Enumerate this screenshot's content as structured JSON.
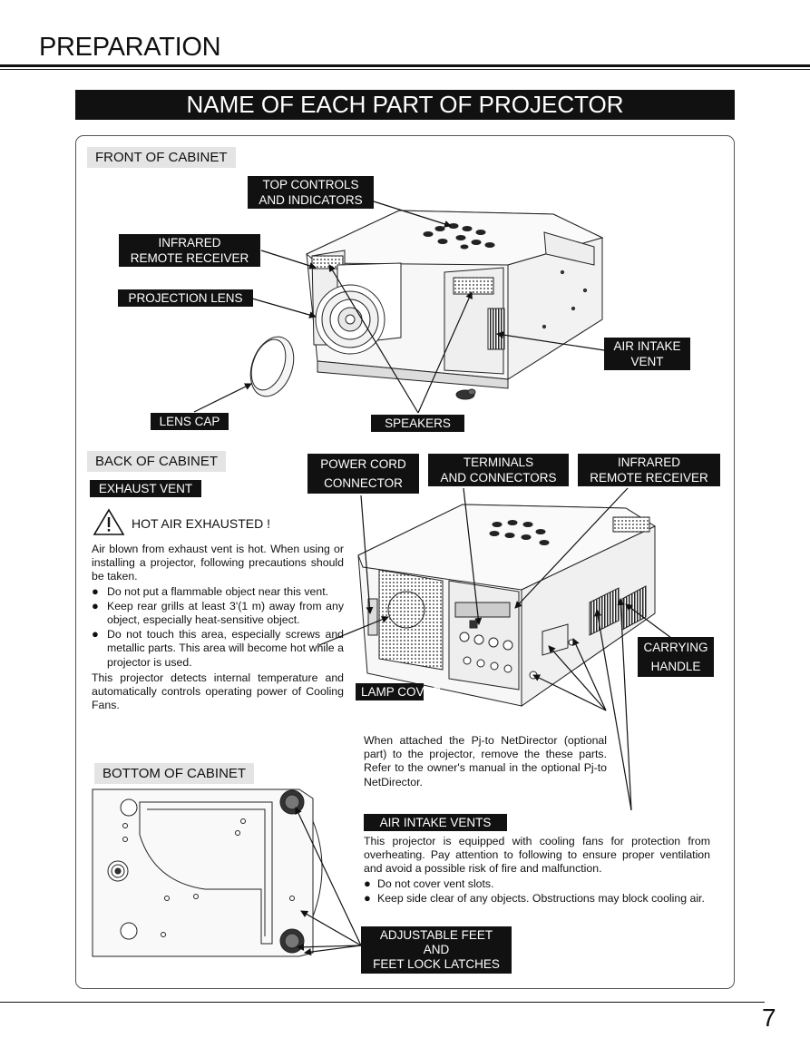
{
  "header": {
    "title": "PREPARATION"
  },
  "banner": {
    "title": "NAME OF EACH PART OF PROJECTOR"
  },
  "front": {
    "section_label": "FRONT OF CABINET",
    "top_controls": [
      "TOP CONTROLS",
      "AND INDICATORS"
    ],
    "infrared": [
      "INFRARED",
      "REMOTE RECEIVER"
    ],
    "projection_lens": "PROJECTION LENS",
    "air_intake_vent": [
      "AIR INTAKE",
      "VENT"
    ],
    "lens_cap": "LENS CAP",
    "speakers": "SPEAKERS"
  },
  "back": {
    "section_label": "BACK OF CABINET",
    "exhaust_vent": "EXHAUST VENT",
    "power_cord": [
      "POWER CORD",
      "CONNECTOR"
    ],
    "terminals": [
      "TERMINALS",
      "AND CONNECTORS"
    ],
    "infrared": [
      "INFRARED",
      "REMOTE RECEIVER"
    ],
    "hot_air_title": "HOT AIR EXHAUSTED !",
    "hot_air_text": "Air blown from exhaust vent is hot.  When using or installing a projector, following precautions should be taken.",
    "hot_air_bullets": [
      "Do not put a flammable object near this vent.",
      "Keep rear grills at least 3'(1 m) away from any object, especially heat-sensitive object.",
      "Do not touch this area, especially screws and metallic parts.  This area will become hot while a projector is used."
    ],
    "temperature_text": "This projector detects internal temperature and automatically controls operating power of Cooling Fans.",
    "lamp_cover": "LAMP COVER",
    "carrying_handle": [
      "CARRYING",
      "HANDLE"
    ],
    "netdirector_note": "When attached the Pj-to NetDirector (optional part) to the projector, remove the these parts. Refer to the owner's manual in the optional Pj-to NetDirector."
  },
  "bottom": {
    "section_label": "BOTTOM OF CABINET",
    "air_intake_vents": "AIR INTAKE VENTS",
    "air_intake_text": "This projector is equipped with cooling fans for protection from overheating.  Pay attention to following to ensure proper ventilation and avoid a possible risk of fire and malfunction.",
    "air_intake_bullets": [
      "Do not cover vent slots.",
      "Keep side clear of any objects.  Obstructions may block cooling air."
    ],
    "adjustable_feet": [
      "ADJUSTABLE FEET",
      "AND",
      "FEET LOCK LATCHES"
    ]
  },
  "footer": {
    "page_number": "7"
  },
  "icons": {
    "bullet": "●",
    "warning": "warning-triangle-icon"
  }
}
